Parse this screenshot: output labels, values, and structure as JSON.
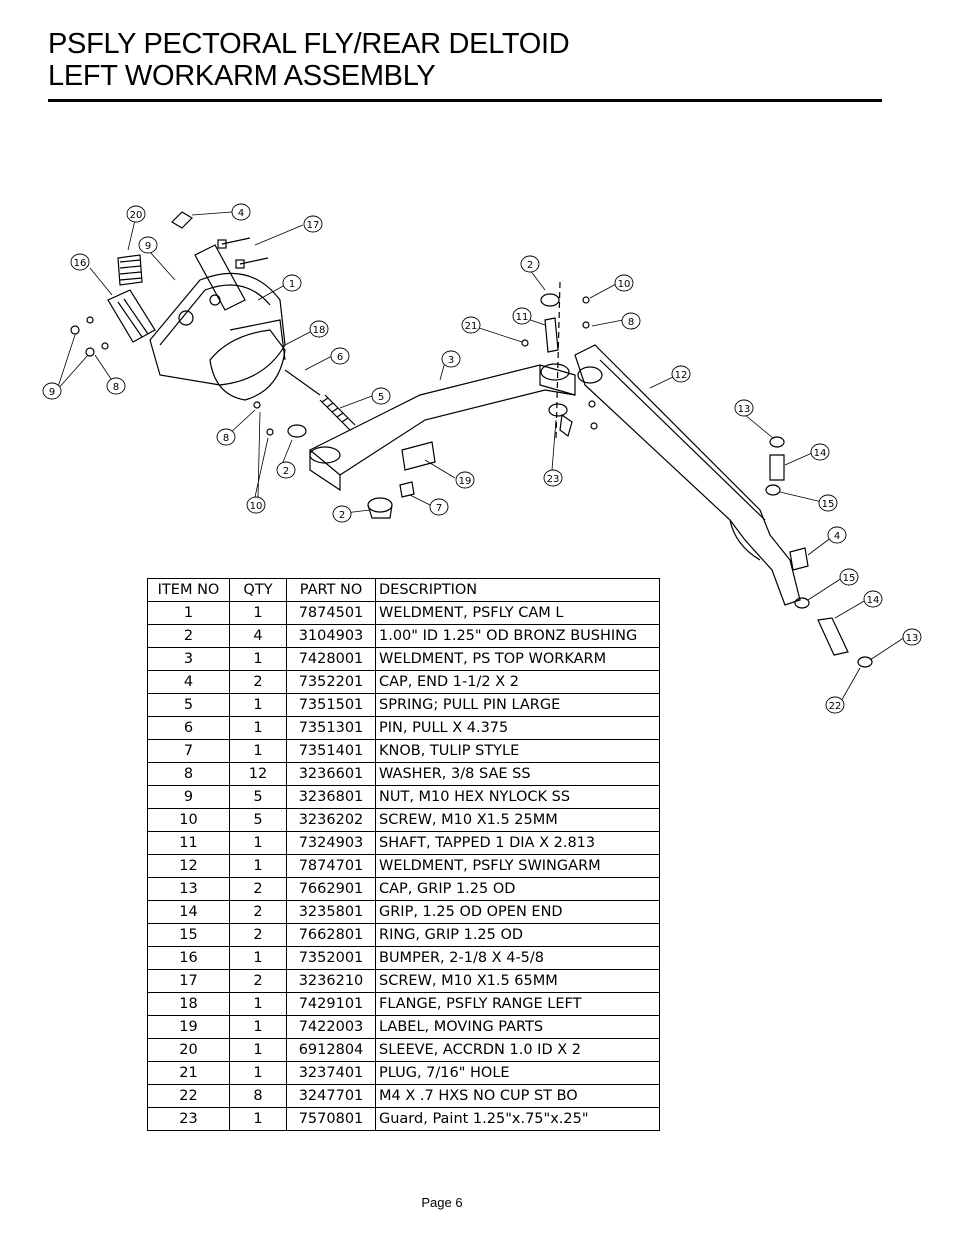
{
  "page": {
    "title_line1": "PSFLY PECTORAL FLY/REAR DELTOID",
    "title_line2": "LEFT WORKARM ASSEMBLY",
    "footer": "Page 6"
  },
  "table": {
    "headers": [
      "ITEM NO",
      "QTY",
      "PART NO",
      "DESCRIPTION"
    ],
    "rows": [
      [
        "1",
        "1",
        "7874501",
        "WELDMENT, PSFLY CAM L"
      ],
      [
        "2",
        "4",
        "3104903",
        "1.00\" ID 1.25\" OD BRONZ BUSHING"
      ],
      [
        "3",
        "1",
        "7428001",
        "WELDMENT, PS TOP WORKARM"
      ],
      [
        "4",
        "2",
        "7352201",
        "CAP, END 1-1/2 X 2"
      ],
      [
        "5",
        "1",
        "7351501",
        "SPRING; PULL PIN LARGE"
      ],
      [
        "6",
        "1",
        "7351301",
        "PIN, PULL X 4.375"
      ],
      [
        "7",
        "1",
        "7351401",
        "KNOB, TULIP STYLE"
      ],
      [
        "8",
        "12",
        "3236601",
        "WASHER, 3/8 SAE SS"
      ],
      [
        "9",
        "5",
        "3236801",
        "NUT, M10 HEX  NYLOCK SS"
      ],
      [
        "10",
        "5",
        "3236202",
        "SCREW, M10 X1.5 25MM"
      ],
      [
        "11",
        "1",
        "7324903",
        "SHAFT, TAPPED 1 DIA X 2.813"
      ],
      [
        "12",
        "1",
        "7874701",
        "WELDMENT, PSFLY SWINGARM"
      ],
      [
        "13",
        "2",
        "7662901",
        "CAP, GRIP 1.25 OD"
      ],
      [
        "14",
        "2",
        "3235801",
        "GRIP, 1.25 OD OPEN END"
      ],
      [
        "15",
        "2",
        "7662801",
        "RING, GRIP 1.25 OD"
      ],
      [
        "16",
        "1",
        "7352001",
        "BUMPER, 2-1/8 X 4-5/8"
      ],
      [
        "17",
        "2",
        "3236210",
        "SCREW, M10 X1.5 65MM"
      ],
      [
        "18",
        "1",
        "7429101",
        "FLANGE, PSFLY RANGE LEFT"
      ],
      [
        "19",
        "1",
        "7422003",
        "LABEL, MOVING PARTS"
      ],
      [
        "20",
        "1",
        "6912804",
        "SLEEVE, ACCRDN 1.0 ID X 2"
      ],
      [
        "21",
        "1",
        "3237401",
        "PLUG, 7/16\" HOLE"
      ],
      [
        "22",
        "8",
        "3247701",
        "M4 X .7 HXS NO CUP ST BO"
      ],
      [
        "23",
        "1",
        "7570801",
        "Guard, Paint 1.25\"x.75\"x.25\""
      ]
    ]
  },
  "balloons": [
    "20",
    "4",
    "17",
    "9",
    "16",
    "1",
    "18",
    "6",
    "5",
    "3",
    "8",
    "9",
    "8",
    "10",
    "2",
    "2",
    "7",
    "19",
    "2",
    "10",
    "11",
    "8",
    "21",
    "23",
    "12",
    "13",
    "14",
    "15",
    "4",
    "15",
    "14",
    "13",
    "22"
  ]
}
